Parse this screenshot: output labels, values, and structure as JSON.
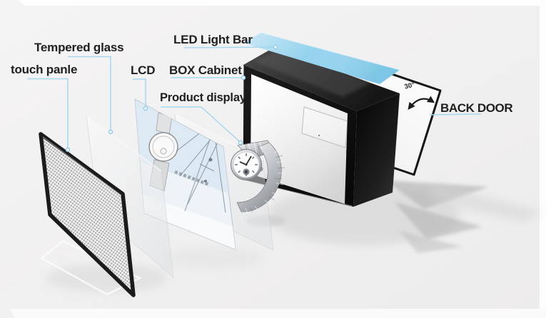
{
  "diagram": {
    "labels": {
      "led_light_bar": "LED Light Bar",
      "tempered_glass": "Tempered glass",
      "touch_panel": "touch panle",
      "lcd": "LCD",
      "box_cabinet": "BOX Cabinet",
      "product_display": "Product display",
      "back_door": "BACK DOOR",
      "door_open_angle": "30°"
    },
    "colors": {
      "background": "#f2f1f1",
      "leader_line": "#a6d7ee",
      "led_bar_blue": "#8fd0ec",
      "cabinet_black": "#161616",
      "door_white": "#fdfdfd",
      "label_text": "#202020"
    }
  }
}
